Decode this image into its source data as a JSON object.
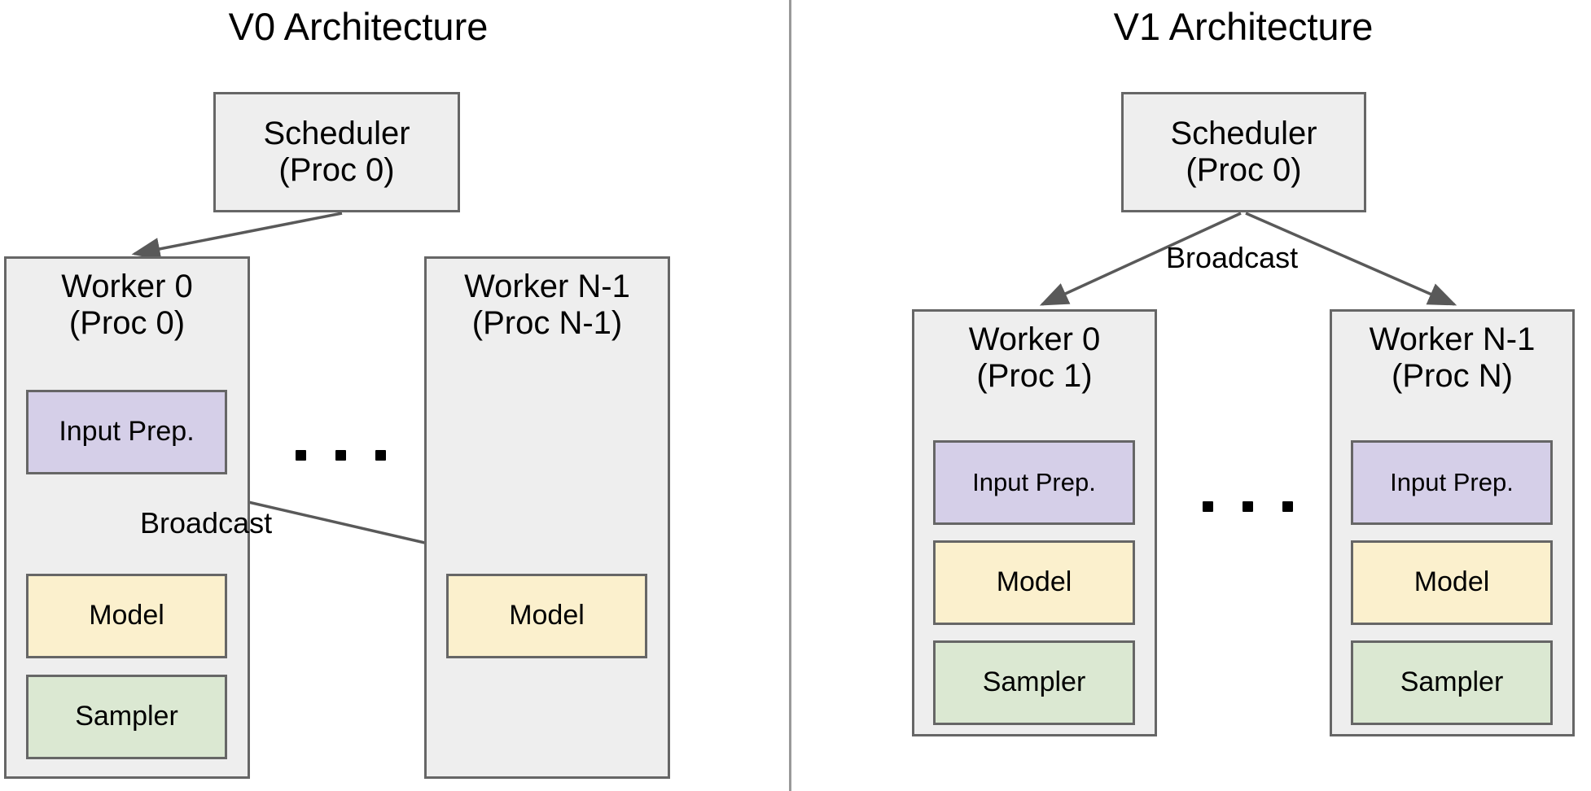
{
  "figure": {
    "background_color": "#ffffff",
    "edge_color": "#666666",
    "divider_color": "#999999"
  },
  "panels": [
    {
      "id": "v0",
      "title": "V0 Architecture",
      "scheduler": {
        "label": "Scheduler\n(Proc 0)",
        "fill": "#eeeeee"
      },
      "broadcast_label": "Broadcast",
      "ellipsis": ". . .",
      "workers": [
        {
          "label": "Worker 0\n(Proc 0)",
          "fill": "#eeeeee",
          "components": [
            {
              "label": "Input Prep.",
              "fill": "#d5cfe8"
            },
            {
              "label": "Model",
              "fill": "#fbf0cd"
            },
            {
              "label": "Sampler",
              "fill": "#dbe8d2"
            }
          ]
        },
        {
          "label": "Worker N-1\n(Proc N-1)",
          "fill": "#eeeeee",
          "components": [
            {
              "label": "Model",
              "fill": "#fbf0cd"
            }
          ]
        }
      ]
    },
    {
      "id": "v1",
      "title": "V1 Architecture",
      "scheduler": {
        "label": "Scheduler\n(Proc 0)",
        "fill": "#eeeeee"
      },
      "broadcast_label": "Broadcast",
      "ellipsis": ". . .",
      "workers": [
        {
          "label": "Worker 0\n(Proc 1)",
          "fill": "#eeeeee",
          "components": [
            {
              "label": "Input Prep.",
              "fill": "#d5cfe8"
            },
            {
              "label": "Model",
              "fill": "#fbf0cd"
            },
            {
              "label": "Sampler",
              "fill": "#dbe8d2"
            }
          ]
        },
        {
          "label": "Worker N-1\n(Proc N)",
          "fill": "#eeeeee",
          "components": [
            {
              "label": "Input Prep.",
              "fill": "#d5cfe8"
            },
            {
              "label": "Model",
              "fill": "#fbf0cd"
            },
            {
              "label": "Sampler",
              "fill": "#dbe8d2"
            }
          ]
        }
      ]
    }
  ]
}
